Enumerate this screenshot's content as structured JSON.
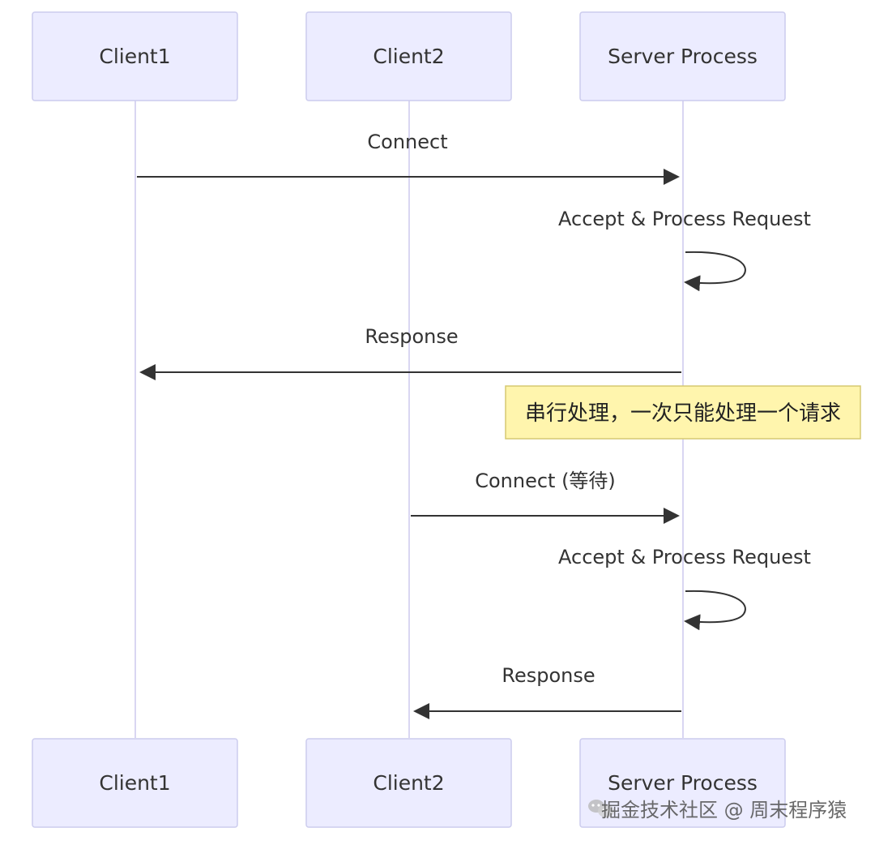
{
  "diagram": {
    "type": "sequence",
    "colors": {
      "actor_fill": "#ECECFF",
      "actor_stroke": "#CCCCEE",
      "lifeline": "#D9D6F2",
      "message_line": "#333333",
      "note_fill": "#FFF5AD",
      "note_stroke": "#D6C972"
    },
    "actors": [
      {
        "id": "client1",
        "label": "Client1"
      },
      {
        "id": "client2",
        "label": "Client2"
      },
      {
        "id": "server",
        "label": "Server Process"
      }
    ],
    "messages": [
      {
        "from": "client1",
        "to": "server",
        "label": "Connect",
        "type": "arrow"
      },
      {
        "from": "server",
        "to": "server",
        "label": "Accept & Process Request",
        "type": "self"
      },
      {
        "from": "server",
        "to": "client1",
        "label": "Response",
        "type": "arrow"
      },
      {
        "from": "client2",
        "to": "server",
        "label": "Connect (等待)",
        "type": "arrow"
      },
      {
        "from": "server",
        "to": "server",
        "label": "Accept & Process Request",
        "type": "self"
      },
      {
        "from": "server",
        "to": "client2",
        "label": "Response",
        "type": "arrow"
      }
    ],
    "note": {
      "over": "server",
      "text": "串行处理，一次只能处理一个请求"
    }
  },
  "watermark": {
    "icon": "wechat-icon",
    "text": "掘金技术社区 @ 周末程序猿"
  }
}
